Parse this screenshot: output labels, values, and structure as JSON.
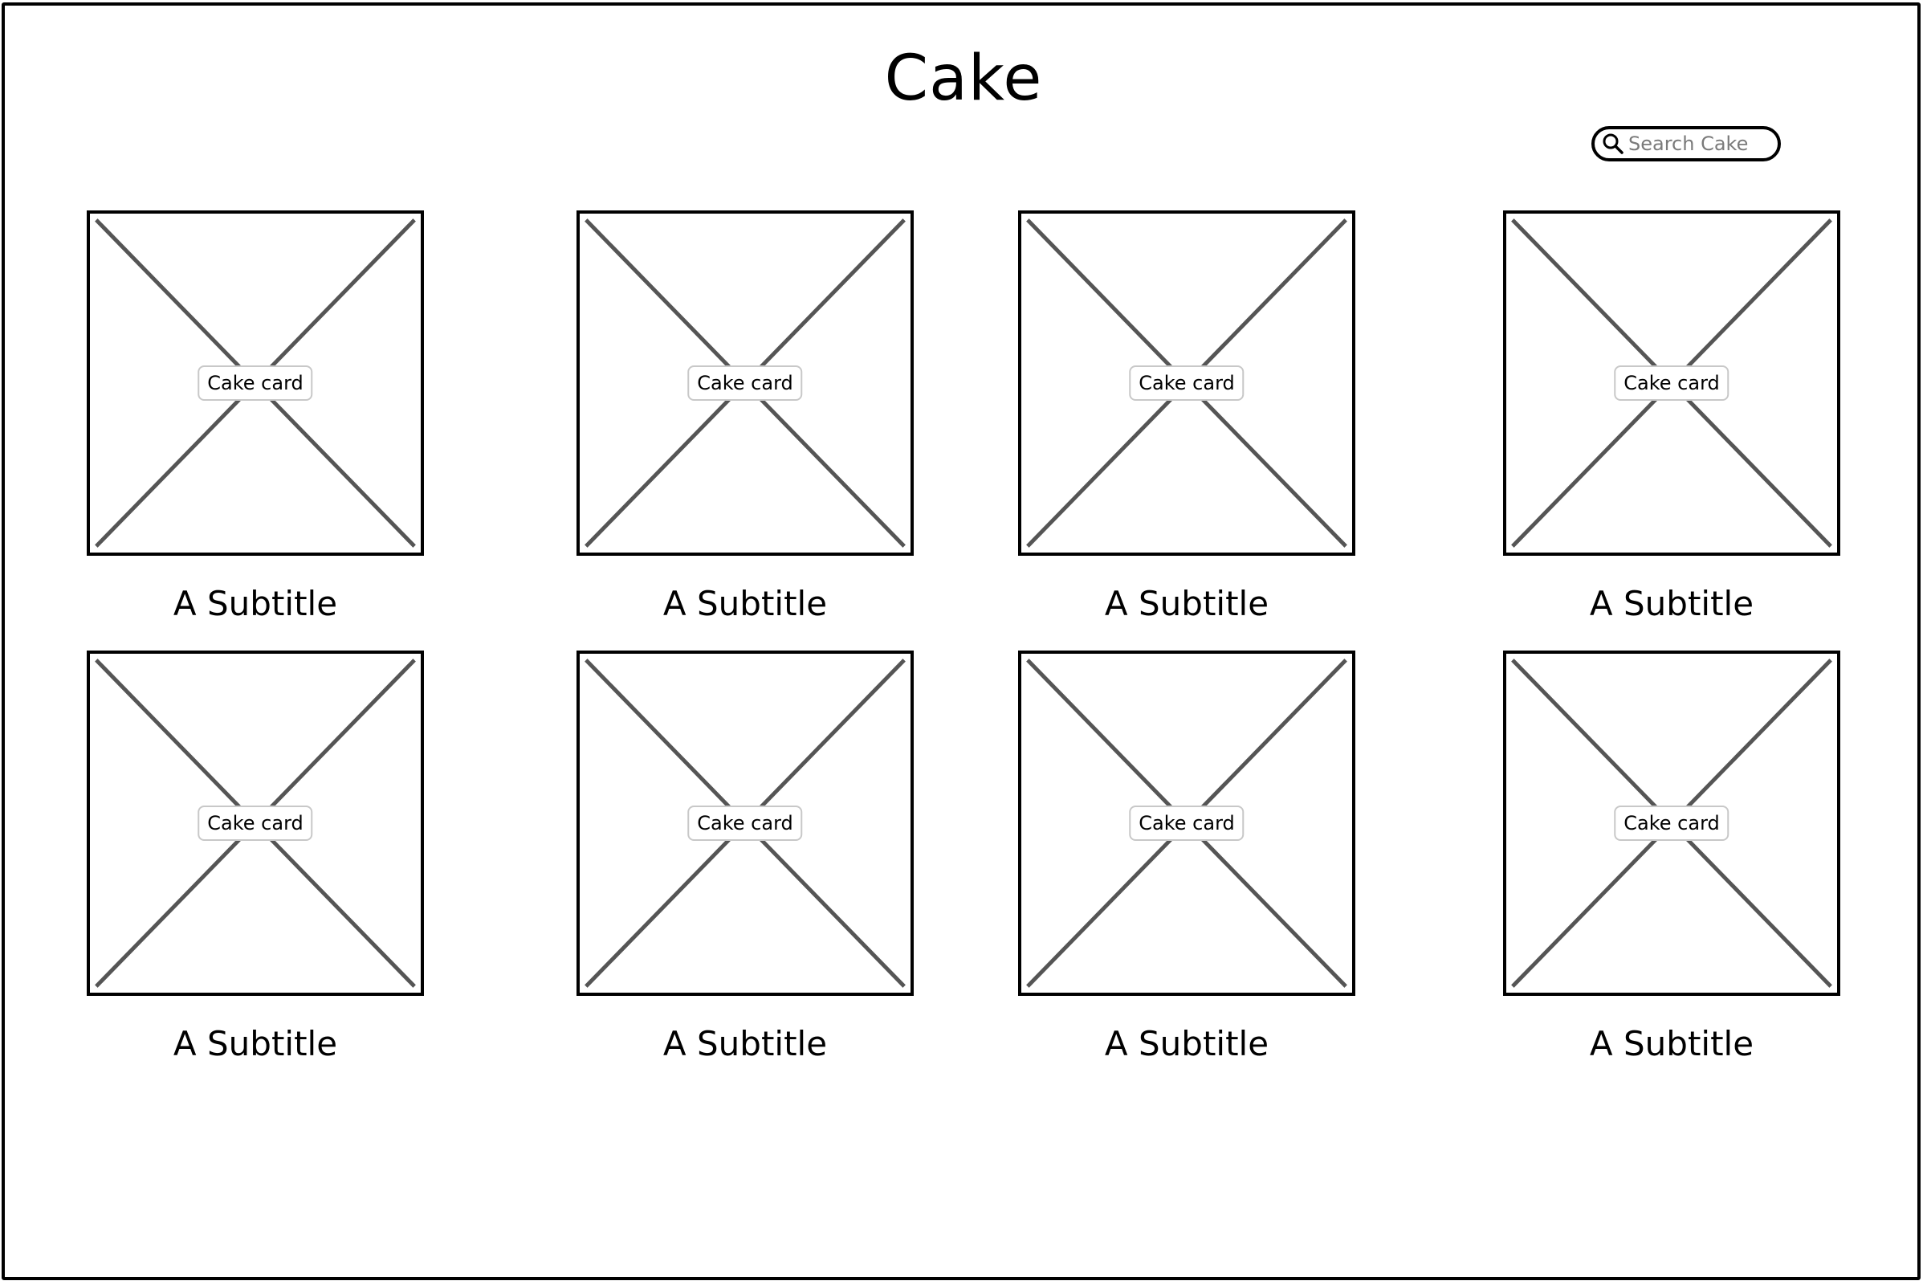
{
  "page": {
    "title": "Cake"
  },
  "search": {
    "placeholder": "Search Cake",
    "icon": "search-icon"
  },
  "cards": [
    {
      "label": "Cake card",
      "subtitle": "A Subtitle"
    },
    {
      "label": "Cake card",
      "subtitle": "A Subtitle"
    },
    {
      "label": "Cake card",
      "subtitle": "A Subtitle"
    },
    {
      "label": "Cake card",
      "subtitle": "A Subtitle"
    },
    {
      "label": "Cake card",
      "subtitle": "A Subtitle"
    },
    {
      "label": "Cake card",
      "subtitle": "A Subtitle"
    },
    {
      "label": "Cake card",
      "subtitle": "A Subtitle"
    },
    {
      "label": "Cake card",
      "subtitle": "A Subtitle"
    }
  ],
  "colors": {
    "stroke": "#000000",
    "placeholder_cross": "#555555",
    "label_border": "#c8c8c8"
  }
}
